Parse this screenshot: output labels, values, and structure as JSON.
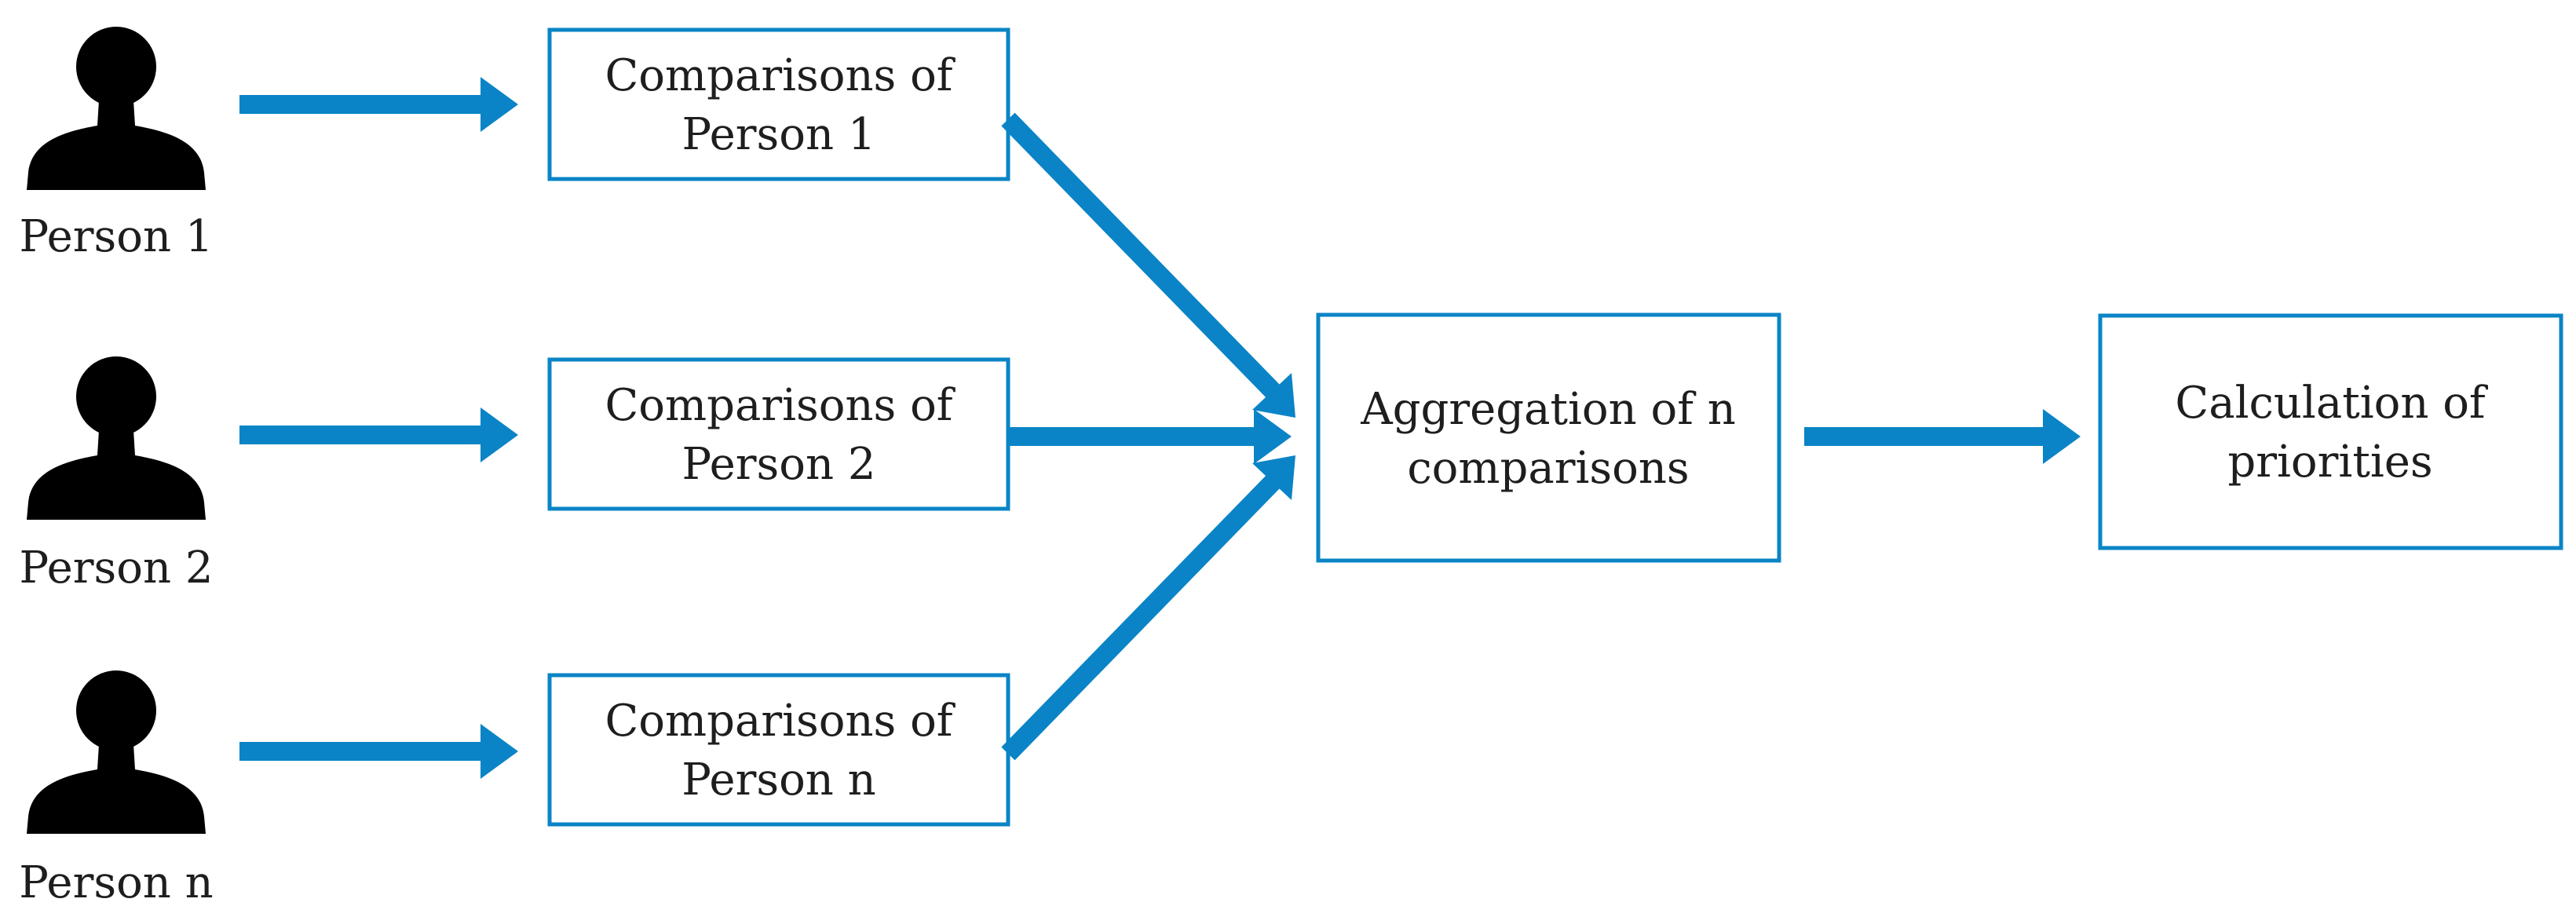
{
  "colors": {
    "accent": "#0a84c6",
    "person": "#000000",
    "text": "#1e1e1e",
    "background": "#ffffff"
  },
  "persons": [
    {
      "label": "Person 1",
      "icon": "person-silhouette-icon"
    },
    {
      "label": "Person 2",
      "icon": "person-silhouette-icon"
    },
    {
      "label": "Person n",
      "icon": "person-silhouette-icon"
    }
  ],
  "comparisons": [
    {
      "line1": "Comparisons of",
      "line2": "Person 1"
    },
    {
      "line1": "Comparisons of",
      "line2": "Person 2"
    },
    {
      "line1": "Comparisons of",
      "line2": "Person n"
    }
  ],
  "aggregation": {
    "line1": "Aggregation of n",
    "line2": "comparisons"
  },
  "calculation": {
    "line1": "Calculation of",
    "line2": "priorities"
  }
}
